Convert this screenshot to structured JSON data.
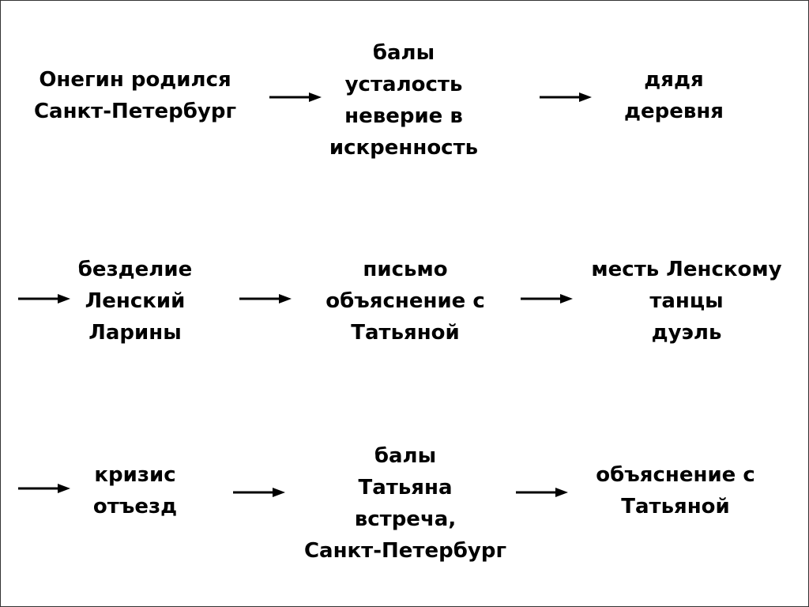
{
  "diagram": {
    "nodes": [
      {
        "id": "n1",
        "lines": [
          "Онегин родился",
          "Санкт-Петербург"
        ]
      },
      {
        "id": "n2",
        "lines": [
          "балы",
          "усталость",
          "неверие в",
          "искренность"
        ]
      },
      {
        "id": "n3",
        "lines": [
          "дядя",
          "деревня"
        ]
      },
      {
        "id": "n4",
        "lines": [
          "безделие",
          "Ленский",
          "Ларины"
        ]
      },
      {
        "id": "n5",
        "lines": [
          "письмо",
          "объяснение с",
          "Татьяной"
        ]
      },
      {
        "id": "n6",
        "lines": [
          "месть Ленскому",
          "танцы",
          "дуэль"
        ]
      },
      {
        "id": "n7",
        "lines": [
          "кризис",
          "отъезд"
        ]
      },
      {
        "id": "n8",
        "lines": [
          "балы",
          "Татьяна",
          "встреча,",
          "Санкт-Петербург"
        ]
      },
      {
        "id": "n9",
        "lines": [
          "объяснение с",
          "Татьяной"
        ]
      }
    ],
    "arrow_color": "#000000"
  }
}
